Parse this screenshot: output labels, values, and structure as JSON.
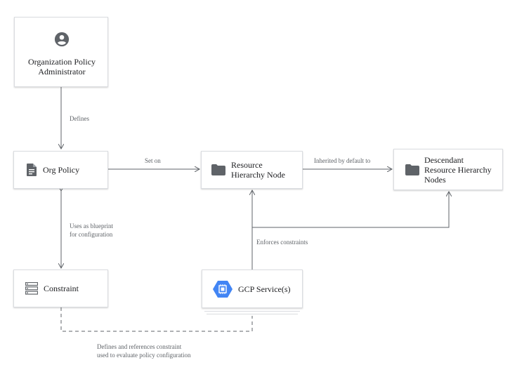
{
  "nodes": {
    "admin": {
      "title": "Organization Policy\nAdministrator",
      "icon": "person-icon"
    },
    "org_policy": {
      "title": "Org Policy",
      "icon": "document-icon"
    },
    "resource_node": {
      "title": "Resource\nHierarchy Node",
      "icon": "folder-icon"
    },
    "descendant": {
      "title": "Descendant\nResource Hierarchy\nNodes",
      "icon": "folder-icon"
    },
    "constraint": {
      "title": "Constraint",
      "icon": "list-icon"
    },
    "gcp_service": {
      "title": "GCP Service(s)",
      "icon": "chip-icon"
    }
  },
  "edges": {
    "defines": "Defines",
    "set_on": "Set on",
    "inherited": "Inherited by default to",
    "blueprint": "Uses as blueprint\nfor configuration",
    "enforces": "Enforces constraints",
    "references": "Defines and references constraint\nused to evaluate policy configuration"
  },
  "colors": {
    "accent": "#4285f4",
    "icon_gray": "#5f6368",
    "line": "#5f6368"
  }
}
